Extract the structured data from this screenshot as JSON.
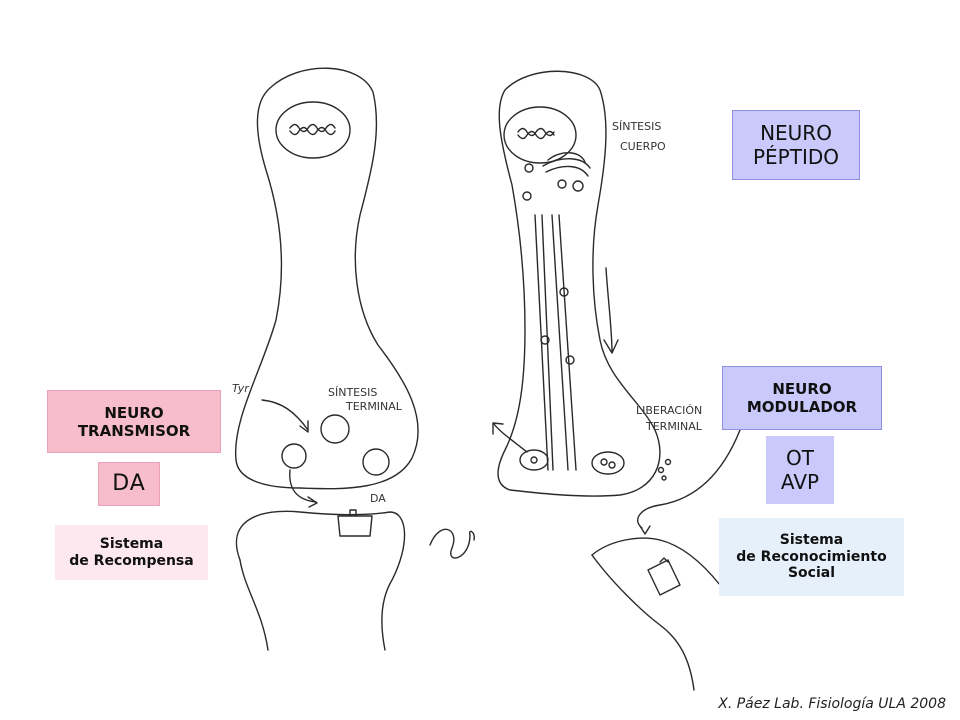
{
  "left_neuron": {
    "label_box": [
      "NEURO",
      "TRANSMISOR"
    ],
    "substance": "DA",
    "system": [
      "Sistema",
      "de Recompensa"
    ],
    "sketch_labels": {
      "precursor": "Tyr",
      "synthesis": [
        "SÍNTESIS",
        "TERMINAL"
      ],
      "released": "DA"
    }
  },
  "right_neuron": {
    "label_box_top": [
      "NEURO",
      "PÉPTIDO"
    ],
    "label_box_mid": [
      "NEURO",
      "MODULADOR"
    ],
    "substances": [
      "OT",
      "AVP"
    ],
    "system": [
      "Sistema",
      "de Reconocimiento",
      "Social"
    ],
    "sketch_labels": {
      "synthesis": [
        "SÍNTESIS",
        "CUERPO"
      ],
      "release": [
        "LIBERACIÓN",
        "TERMINAL"
      ]
    }
  },
  "credit": "X. Páez  Lab. Fisiología ULA 2008",
  "colors": {
    "pink": "#f8bdcd",
    "lavender": "#c9c9fb",
    "ink": "#333333"
  }
}
